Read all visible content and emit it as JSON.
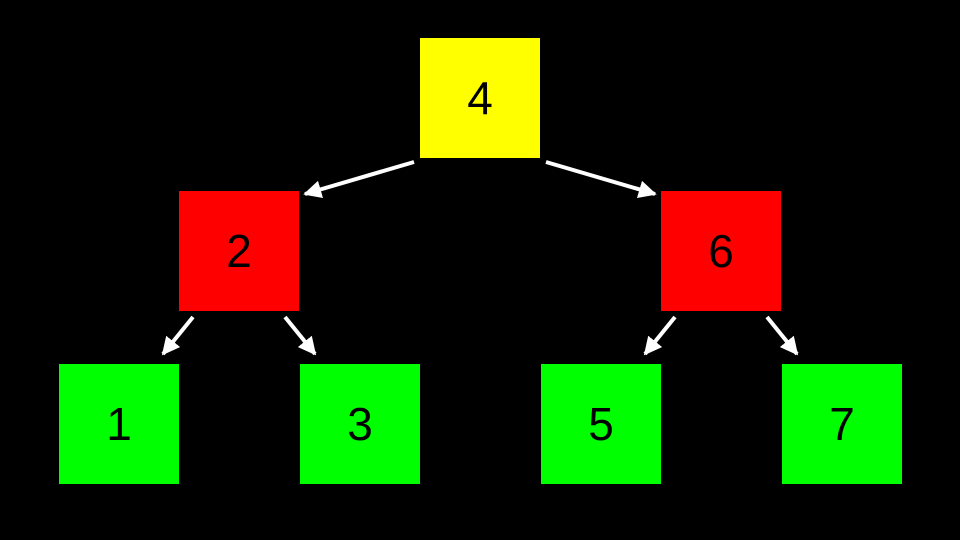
{
  "colors": {
    "background": "#000000",
    "root": "#ffff00",
    "internal": "#ff0000",
    "leaf": "#00ff00",
    "edge": "#ffffff",
    "label": "#000000"
  },
  "tree": {
    "nodes": [
      {
        "id": "n4",
        "label": "4",
        "level": 0,
        "kind": "root"
      },
      {
        "id": "n2",
        "label": "2",
        "level": 1,
        "kind": "internal"
      },
      {
        "id": "n6",
        "label": "6",
        "level": 1,
        "kind": "internal"
      },
      {
        "id": "n1",
        "label": "1",
        "level": 2,
        "kind": "leaf"
      },
      {
        "id": "n3",
        "label": "3",
        "level": 2,
        "kind": "leaf"
      },
      {
        "id": "n5",
        "label": "5",
        "level": 2,
        "kind": "leaf"
      },
      {
        "id": "n7",
        "label": "7",
        "level": 2,
        "kind": "leaf"
      }
    ],
    "edges": [
      {
        "from": "n4",
        "to": "n2"
      },
      {
        "from": "n4",
        "to": "n6"
      },
      {
        "from": "n2",
        "to": "n1"
      },
      {
        "from": "n2",
        "to": "n3"
      },
      {
        "from": "n6",
        "to": "n5"
      },
      {
        "from": "n6",
        "to": "n7"
      }
    ]
  }
}
